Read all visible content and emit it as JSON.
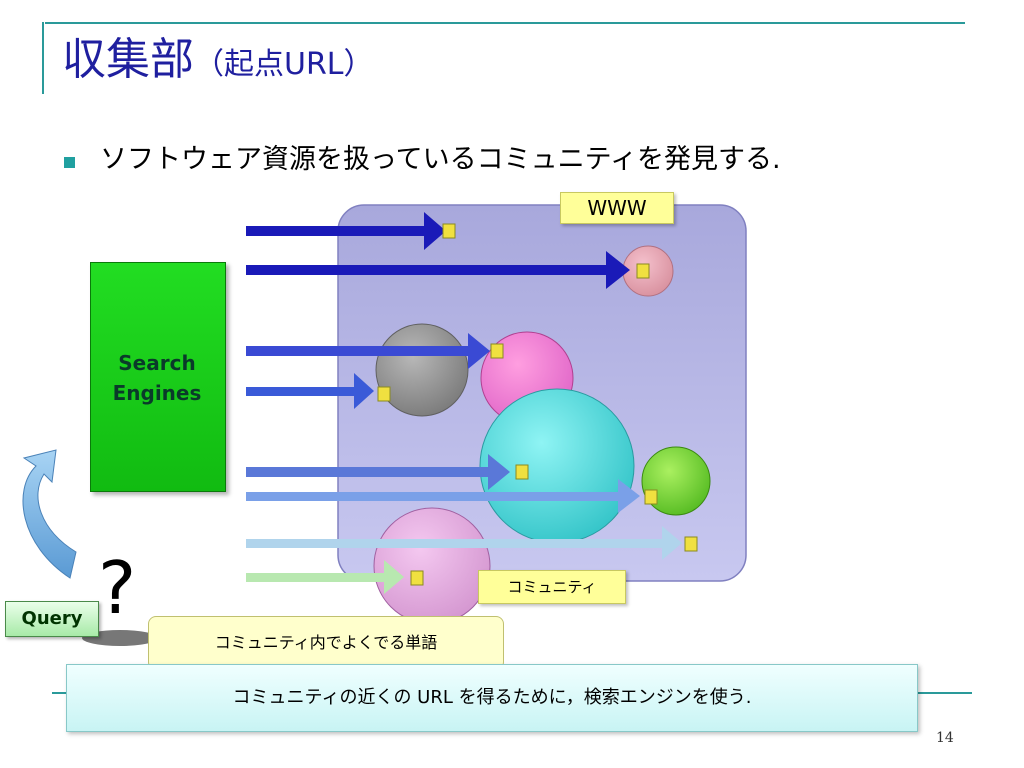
{
  "slide": {
    "title": "収集部",
    "title_sub": "（起点URL）",
    "bullet": "ソフトウェア資源を扱っているコミュニティを発見する.",
    "page_number": "14"
  },
  "diagram": {
    "www_label": "WWW",
    "engines_label_line1": "Search",
    "engines_label_line2": "Engines",
    "community_label": "コミュニティ",
    "query_label": "Query",
    "question_mark": "?",
    "speech_text": "コミュニティ内でよくでる単語",
    "footer_text": "コミュニティの近くの URL を得るために，検索エンジンを使う."
  },
  "colors": {
    "title": "#1f1f9f",
    "accent_rule": "#2a9a9a",
    "www_panel": "#b0b0e0",
    "engines": "#22cc22",
    "label_bg": "#ffff99"
  }
}
